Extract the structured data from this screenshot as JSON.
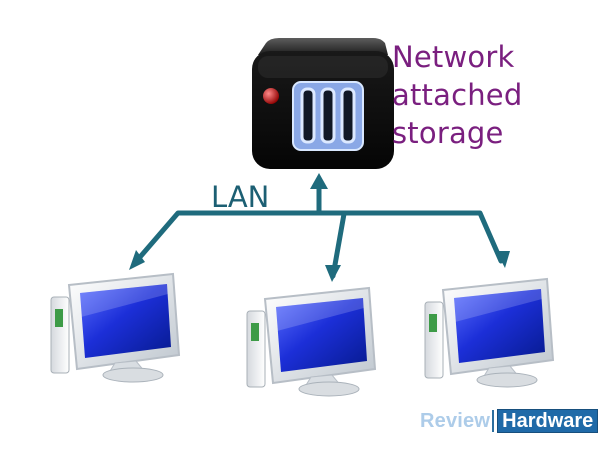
{
  "labels": {
    "nas_title_lines": [
      "Network",
      "attached",
      "storage"
    ],
    "network": "LAN"
  },
  "watermark": {
    "left_text": "Review",
    "right_text": "Hardware"
  },
  "icons": {
    "storage": "nas-device-icon",
    "computers": [
      "desktop-computer-icon",
      "desktop-computer-icon",
      "desktop-computer-icon"
    ]
  },
  "colors": {
    "connection": "#1f6b7d",
    "nas_text": "#7a1f7f",
    "lan_text": "#1c5f73",
    "nas_body": "#0a0a0a",
    "nas_led": "#c51c1c"
  }
}
